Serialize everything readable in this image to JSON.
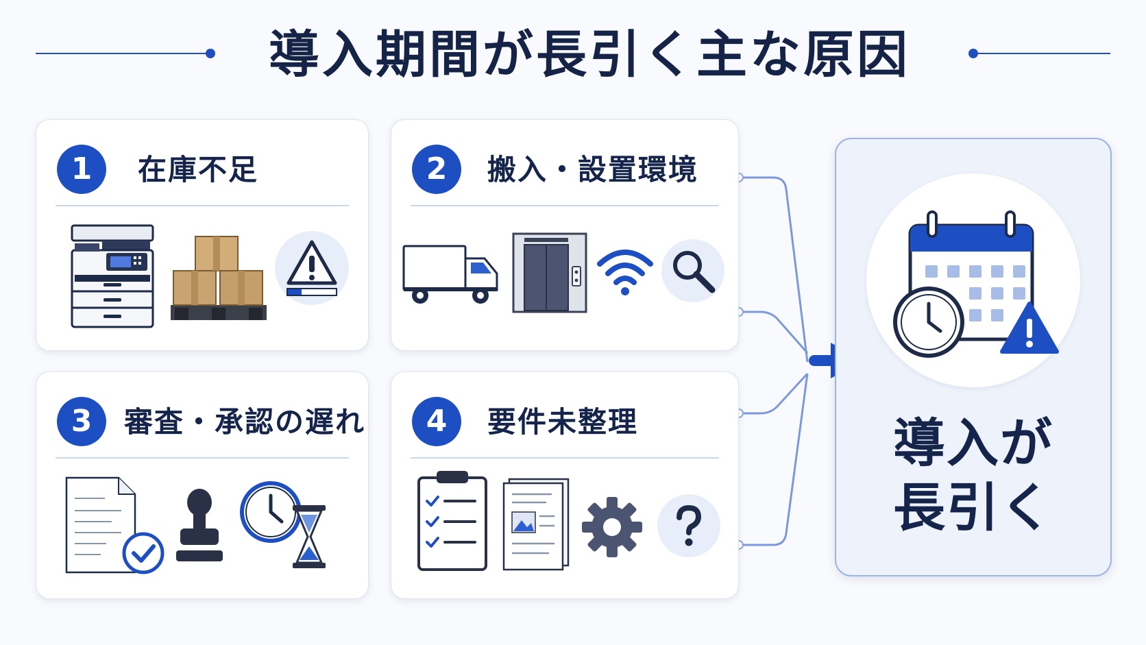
{
  "title": "導入期間が長引く主な原因",
  "causes": [
    {
      "number": "1",
      "label": "在庫不足"
    },
    {
      "number": "2",
      "label": "搬入・設置環境"
    },
    {
      "number": "3",
      "label": "審査・承認の遅れ"
    },
    {
      "number": "4",
      "label": "要件未整理"
    }
  ],
  "result": {
    "line1": "導入が",
    "line2": "長引く"
  },
  "icons": {
    "cause1": [
      "copier-icon",
      "cardboard-boxes-icon",
      "warning-icon"
    ],
    "cause2": [
      "delivery-truck-icon",
      "elevator-icon",
      "wifi-icon",
      "magnifier-icon"
    ],
    "cause3": [
      "document-check-icon",
      "stamp-icon",
      "clock-icon",
      "hourglass-icon"
    ],
    "cause4": [
      "checklist-clipboard-icon",
      "spec-document-icon",
      "gear-icon",
      "question-icon"
    ],
    "result": [
      "calendar-icon",
      "clock-icon",
      "warning-icon"
    ]
  },
  "colors": {
    "accent": "#1e4fc2",
    "navy": "#15244a",
    "line": "#6e8fd6",
    "result_bg": "#eef2fb"
  }
}
